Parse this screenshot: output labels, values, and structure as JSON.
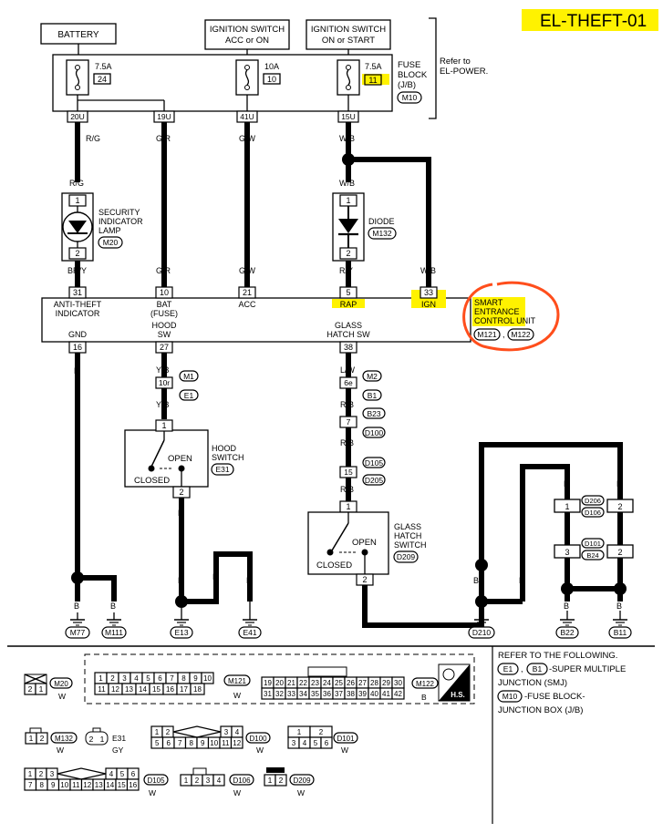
{
  "page_id": "EL-THEFT-01",
  "blocks": {
    "battery": "BATTERY",
    "ign_acc_1": "IGNITION SWITCH",
    "ign_acc_2": "ACC or ON",
    "ign_on_1": "IGNITION SWITCH",
    "ign_on_2": "ON or START"
  },
  "fuses": [
    {
      "amp": "7.5A",
      "num": "24"
    },
    {
      "amp": "10A",
      "num": "10"
    },
    {
      "amp": "7.5A",
      "num": "11"
    }
  ],
  "fuse_block": {
    "l1": "FUSE",
    "l2": "BLOCK",
    "l3": "(J/B)",
    "conn": "M10"
  },
  "refer": {
    "l1": "Refer to",
    "l2": "EL-POWER."
  },
  "fb_terms": [
    "20U",
    "19U",
    "41U",
    "15U"
  ],
  "wires": {
    "rg": "R/G",
    "gr": "G/R",
    "gw": "G/W",
    "wb": "W/B",
    "bry": "BR/Y",
    "ry": "R/Y",
    "b": "B",
    "yb": "Y/B",
    "lw": "L/W",
    "rb": "R/B"
  },
  "lamp": {
    "l1": "SECURITY",
    "l2": "INDICATOR",
    "l3": "LAMP",
    "conn": "M20",
    "pin1": "1",
    "pin2": "2"
  },
  "diode": {
    "label": "DIODE",
    "conn": "M132",
    "pin1": "1",
    "pin2": "2"
  },
  "unit": {
    "terms_top": [
      "31",
      "10",
      "21",
      "5",
      "33"
    ],
    "labels_top": {
      "anti1": "ANTI-THEFT",
      "anti2": "INDICATOR",
      "bat1": "BAT",
      "bat2": "(FUSE)",
      "acc": "ACC",
      "rap": "RAP",
      "ign": "IGN"
    },
    "labels_bottom": {
      "gnd": "GND",
      "hood1": "HOOD",
      "hood2": "SW",
      "glass": "GLASS",
      "hatch": "HATCH SW"
    },
    "terms_bottom": [
      "16",
      "27",
      "38"
    ],
    "name": {
      "l1": "SMART",
      "l2": "ENTRANCE",
      "l3": "CONTROL UNIT"
    },
    "conn1": "M121",
    "sep": ",",
    "conn2": "M122"
  },
  "hood_path": {
    "j1": "10r",
    "c1": "M1",
    "c2": "E1"
  },
  "hood_switch": {
    "pin_top": "1",
    "pin_bot": "2",
    "open": "OPEN",
    "closed": "CLOSED",
    "l1": "HOOD",
    "l2": "SWITCH",
    "conn": "E31"
  },
  "glass_path": {
    "j1": "6e",
    "c1": "M2",
    "c2": "B1",
    "j2": "7",
    "c3": "B23",
    "c4": "D100",
    "j3": "15",
    "c5": "D105",
    "c6": "D205",
    "j4": "1"
  },
  "glass_switch": {
    "pin_bot": "2",
    "open": "OPEN",
    "closed": "CLOSED",
    "l1": "GLASS",
    "l2": "HATCH",
    "l3": "SWITCH",
    "conn": "D209"
  },
  "right_conns": {
    "p1": "1",
    "p2": "2",
    "ca": "D206",
    "cb": "D106",
    "p3": "3",
    "p4": "2",
    "cc": "D101",
    "cd": "B24"
  },
  "grounds": [
    "M77",
    "M111",
    "E13",
    "E41",
    "D210",
    "B22",
    "B11"
  ],
  "legend": {
    "m20_conn": "M20",
    "m20_color": "W",
    "m20_pins": [
      "2",
      "1"
    ],
    "m121_conn": "M121",
    "m121_color": "W",
    "m121_row1": [
      "1",
      "2",
      "3",
      "4",
      "5",
      "6",
      "7",
      "8",
      "9",
      "10"
    ],
    "m121_row2": [
      "11",
      "12",
      "13",
      "14",
      "15",
      "16",
      "17",
      "18"
    ],
    "m122_conn": "M122",
    "m122_color": "B",
    "m122_row1": [
      "19",
      "20",
      "21",
      "22",
      "23",
      "24",
      "25",
      "26",
      "27",
      "28",
      "29",
      "30"
    ],
    "m122_row2": [
      "31",
      "32",
      "33",
      "34",
      "35",
      "36",
      "37",
      "38",
      "39",
      "40",
      "41",
      "42"
    ],
    "hs": "H.S.",
    "m132_conn": "M132",
    "m132_color": "W",
    "m132_pins": [
      "1",
      "2"
    ],
    "e31_conn": "E31",
    "e31_color": "GY",
    "e31_pins": [
      "2",
      "1"
    ],
    "d100_conn": "D100",
    "d100_color": "W",
    "d100_row1": [
      "1",
      "2",
      "3",
      "4"
    ],
    "d100_row2": [
      "5",
      "6",
      "7",
      "8",
      "9",
      "10",
      "11",
      "12"
    ],
    "d101_conn": "D101",
    "d101_color": "W",
    "d101_row1": [
      "1",
      "2"
    ],
    "d101_row2": [
      "3",
      "4",
      "5",
      "6"
    ],
    "d105_conn": "D105",
    "d105_color": "W",
    "d105_row1": [
      "1",
      "2",
      "3",
      "4",
      "5",
      "6"
    ],
    "d105_row2": [
      "7",
      "8",
      "9",
      "10",
      "11",
      "12",
      "13",
      "14",
      "15",
      "16"
    ],
    "d106_conn": "D106",
    "d106_color": "W",
    "d106_pins": [
      "1",
      "2",
      "3",
      "4"
    ],
    "d209_conn": "D209",
    "d209_color": "W",
    "d209_pins": [
      "1",
      "2"
    ]
  },
  "refer_block": {
    "l1": "REFER TO THE FOLLOWING.",
    "e1": "E1",
    "comma": ",",
    "b1": "B1",
    "t1": "-SUPER MULTIPLE",
    "t2": "JUNCTION (SMJ)",
    "m10": "M10",
    "t3": "-FUSE BLOCK-",
    "t4": "JUNCTION BOX (J/B)"
  }
}
